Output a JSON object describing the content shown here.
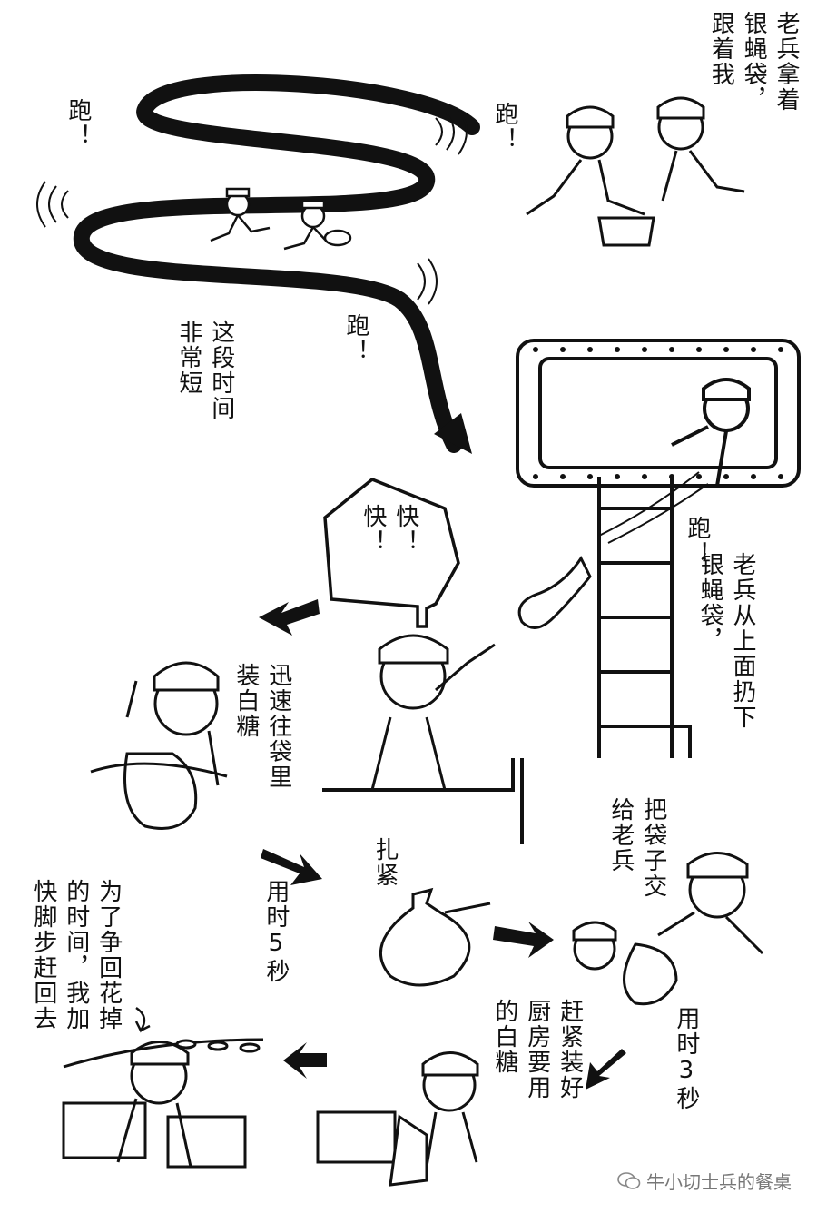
{
  "texts": {
    "oldsoldier_carry": [
      "老兵拿着",
      "银蝇袋，",
      "跟着我"
    ],
    "run_top_left": "跑！",
    "run_top_right": "跑！",
    "run_middle": "跑！",
    "short_time": [
      "这段时间",
      "非常短"
    ],
    "bubble": [
      "快！",
      "快！"
    ],
    "run_ladder": "跑！",
    "throw_down": [
      "老兵从上面扔下",
      "银蝇袋，"
    ],
    "fill_sugar": [
      "迅速往袋里",
      "装白糖"
    ],
    "time5": "用时5秒",
    "tie": "扎紧",
    "handover": [
      "把袋子交",
      "给老兵"
    ],
    "time3": "用时3秒",
    "kitchen": [
      "赶紧装好",
      "厨房要用",
      "的白糖"
    ],
    "rush_back": [
      "为了争回花掉",
      "的时间，我加",
      "快脚步赶回去"
    ]
  },
  "watermark": {
    "text": "牛小切士兵的餐桌",
    "icon": "wechat-icon"
  }
}
